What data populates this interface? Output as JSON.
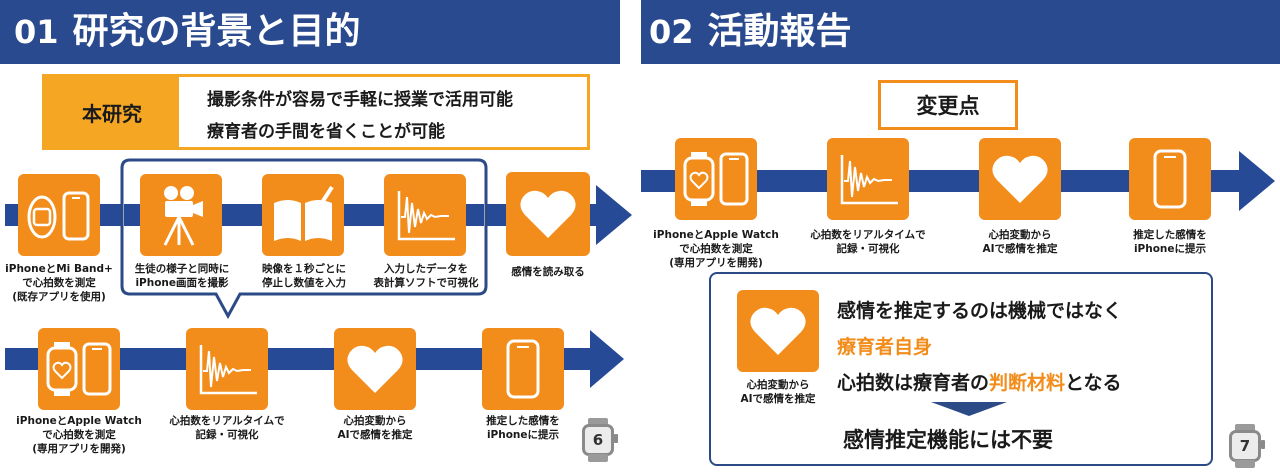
{
  "slide1": {
    "number": "01",
    "title": "研究の背景と目的",
    "research_label": "本研究",
    "research_line1": "撮影条件が容易で手軽に授業で活用可能",
    "research_line2": "療育者の手間を省くことが可能",
    "row1_captions": [
      "iPhoneとMi Band+\nで心拍数を測定\n(既存アプリを使用)",
      "生徒の様子と同時に\niPhone画面を撮影",
      "映像を１秒ごとに\n停止し数値を入力",
      "入力したデータを\n表計算ソフトで可視化",
      "感情を読み取る"
    ],
    "row2_captions": [
      "iPhoneとApple Watch\nで心拍数を測定\n(専用アプリを開発)",
      "心拍数をリアルタイムで\n記録・可視化",
      "心拍変動から\nAIで感情を推定",
      "推定した感情を\niPhoneに提示"
    ],
    "page_number": "6"
  },
  "slide2": {
    "number": "02",
    "title": "活動報告",
    "changes_label": "変更点",
    "row_captions": [
      "iPhoneとApple Watch\nで心拍数を測定\n(専用アプリを開発)",
      "心拍数をリアルタイムで\n記録・可視化",
      "心拍変動から\nAIで感情を推定",
      "推定した感情を\niPhoneに提示"
    ],
    "box_icon_caption": "心拍変動から\nAIで感情を推定",
    "line1": "感情を推定するのは機械ではなく",
    "line2": "療育者自身",
    "line3_a": "心拍数は療育者の",
    "line3_b": "判断材料",
    "line3_c": "となる",
    "conclusion": "感情推定機能には不要",
    "page_number": "7"
  },
  "colors": {
    "navy": "#2a4a8f",
    "orange": "#f28c1b",
    "callout_border": "#f5a623",
    "frame_blue": "#2b4a86"
  },
  "icons": [
    "smartband-icon",
    "smartphone-icon",
    "video-camera-icon",
    "book-pen-icon",
    "heartrate-chart-icon",
    "heart-icon",
    "apple-watch-heart-icon"
  ]
}
